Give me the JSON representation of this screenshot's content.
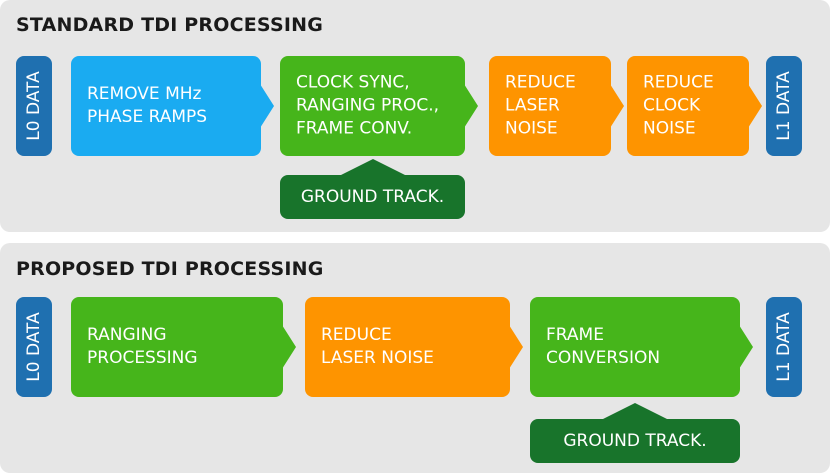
{
  "standard": {
    "title": "STANDARD TDI PROCESSING",
    "l0": "L0 DATA",
    "l1": "L1 DATA",
    "steps": [
      "REMOVE MHz\nPHASE RAMPS",
      "CLOCK SYNC,\nRANGING PROC.,\nFRAME CONV.",
      "REDUCE\nLASER\nNOISE",
      "REDUCE\nCLOCK\nNOISE"
    ],
    "ground": "GROUND TRACK."
  },
  "proposed": {
    "title": "PROPOSED TDI PROCESSING",
    "l0": "L0 DATA",
    "l1": "L1 DATA",
    "steps": [
      "RANGING\nPROCESSING",
      "REDUCE\nLASER NOISE",
      "FRAME\nCONVERSION"
    ],
    "ground": "GROUND TRACK."
  },
  "colors": {
    "endcap": "#1f70b0",
    "remove_ramps": "#1aabf1",
    "processing": "#46b51b",
    "noise_reduction": "#fe9400",
    "ground_tracking": "#18742b",
    "panel": "#e6e6e6"
  }
}
